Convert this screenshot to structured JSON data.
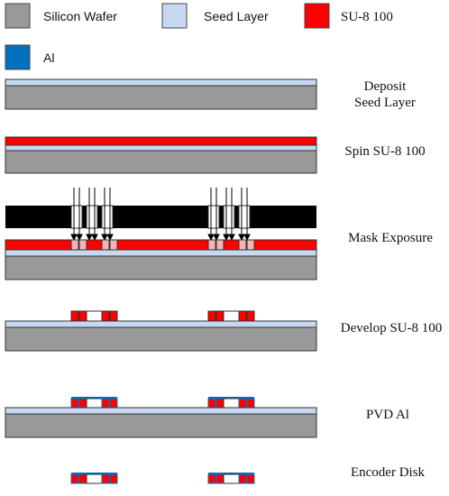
{
  "legend": {
    "items": [
      {
        "id": "silicon",
        "label": "Silicon Wafer",
        "color": "#999999"
      },
      {
        "id": "seed",
        "label": "Seed Layer",
        "color": "#c6d9f1"
      },
      {
        "id": "su8",
        "label": "SU-8 100",
        "color": "#ff0000"
      },
      {
        "id": "al",
        "label": "Al",
        "color": "#0070c0"
      }
    ]
  },
  "colors": {
    "mask": "#000000",
    "exposed_su8": "#f4b6b6",
    "outline": "#333333"
  },
  "steps": [
    {
      "id": "deposit",
      "label_lines": [
        "Deposit",
        "Seed Layer"
      ]
    },
    {
      "id": "spin",
      "label_lines": [
        "Spin SU-8 100"
      ]
    },
    {
      "id": "mask",
      "label_lines": [
        "Mask Exposure"
      ]
    },
    {
      "id": "develop",
      "label_lines": [
        "Develop SU-8 100"
      ]
    },
    {
      "id": "pvd",
      "label_lines": [
        "PVD Al"
      ]
    },
    {
      "id": "encoder",
      "label_lines": [
        "Encoder Disk"
      ]
    }
  ]
}
